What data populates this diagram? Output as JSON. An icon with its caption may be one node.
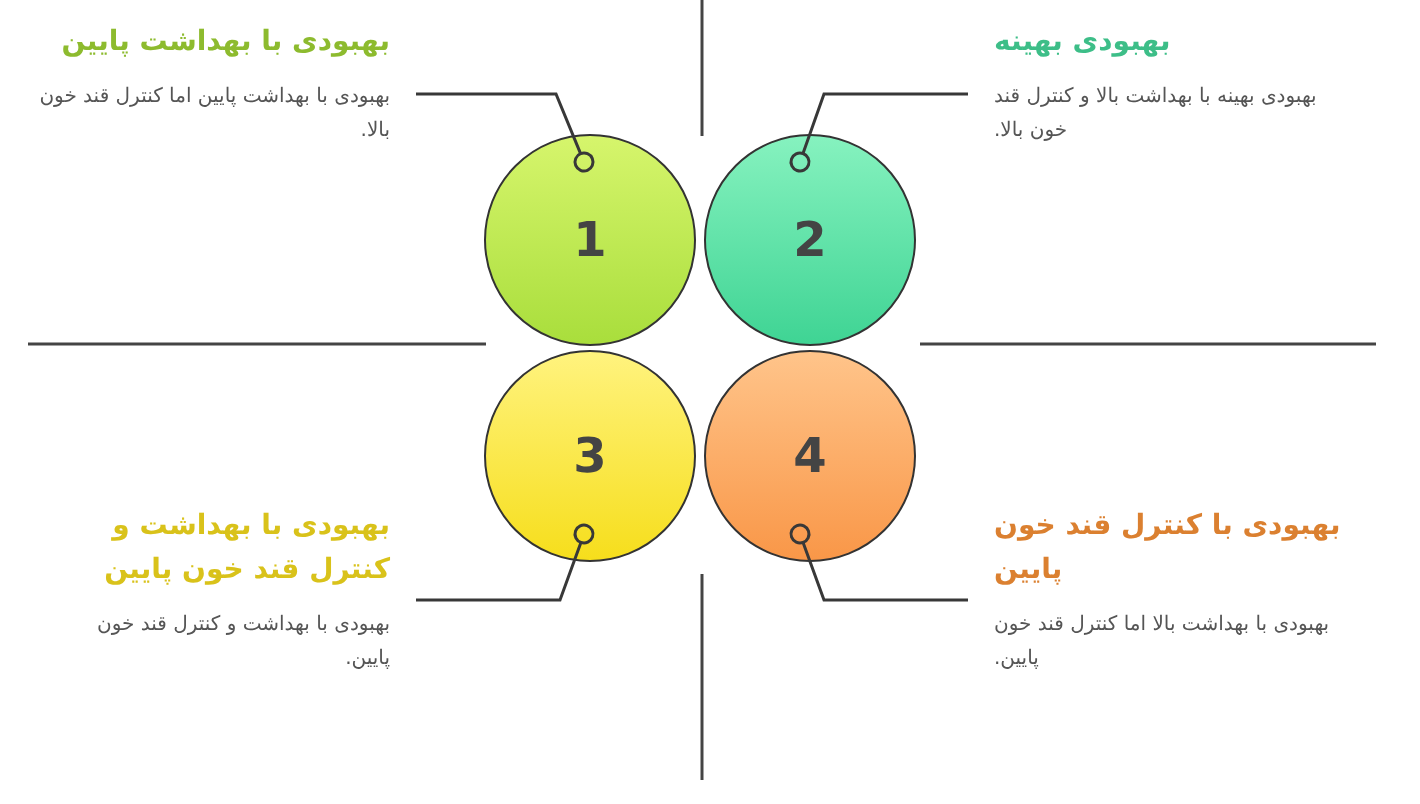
{
  "diagram": {
    "nodes": [
      {
        "text": [
          "بهبودی با بهداشت پایین",
          "بهبودی با بهداشت پایین اما کنترل قند خون بالا."
        ]
      },
      {
        "text": [
          "بهبودی بهینه",
          "بهبودی بهینه با بهداشت بالا و کنترل قند خون بالا."
        ]
      },
      {
        "text": [
          "1"
        ]
      },
      {
        "text": [
          "2"
        ]
      },
      {
        "text": [
          "3"
        ]
      },
      {
        "text": [
          "4"
        ]
      },
      {
        "text": [
          "بهبودی با بهداشت و کنترل قند خون پایین",
          "بهبودی با بهداشت و کنترل قند خون پایین."
        ]
      },
      {
        "text": [
          "بهبودی با کنترل قند خون پایین",
          "بهبودی با بهداشت بالا اما کنترل قند خون پایین."
        ]
      }
    ],
    "edges": [
      {
        "from": 0,
        "to": 2,
        "arrow": "other"
      },
      {
        "from": 1,
        "to": 3,
        "arrow": "other"
      },
      {
        "from": 6,
        "to": 4,
        "arrow": "other"
      },
      {
        "from": 7,
        "to": 5,
        "arrow": "other"
      }
    ]
  }
}
